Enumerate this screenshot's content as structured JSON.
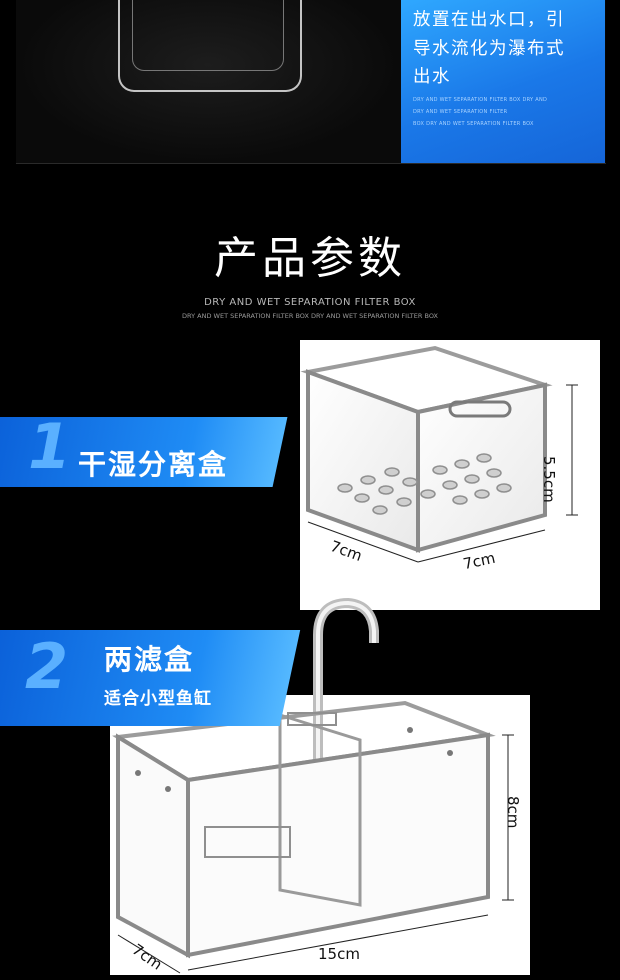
{
  "top": {
    "lines": [
      "放置在出水口，引",
      "导水流化为瀑布式",
      "出水"
    ],
    "tiny_lines": [
      "DRY AND WET SEPARATION FILTER BOX DRY AND",
      "DRY AND WET SEPARATION FILTER",
      "BOX DRY AND WET SEPARATION FILTER BOX"
    ]
  },
  "section": {
    "title": "产品参数",
    "subtitle": "DRY AND WET SEPARATION FILTER BOX",
    "subtitle2": "DRY AND WET SEPARATION FILTER BOX DRY AND WET SEPARATION FILTER BOX"
  },
  "product1": {
    "number": "1",
    "name": "干湿分离盒",
    "dim_height": "5.5cm",
    "dim_depth": "7cm",
    "dim_width": "7cm"
  },
  "product2": {
    "number": "2",
    "name": "两滤盒",
    "subtitle": "适合小型鱼缸",
    "dim_height": "8cm",
    "dim_depth": "7cm",
    "dim_width": "15cm"
  },
  "colors": {
    "accent_blue": "#1f8cf5",
    "background": "#000000"
  }
}
